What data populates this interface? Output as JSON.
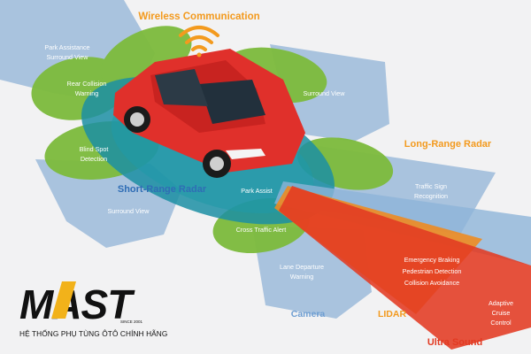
{
  "headers": {
    "wireless": "Wireless Communication",
    "long_range": "Long-Range Radar",
    "short_range": "Short-Range Radar",
    "camera": "Camera",
    "lidar": "LIDAR",
    "ultrasound": "Ultra Sound"
  },
  "labels": {
    "park_assistance_1": "Park Assistance",
    "park_assistance_2": "Surround View",
    "rear_collision_1": "Rear Collision",
    "rear_collision_2": "Warning",
    "surround_view_right": "Surround View",
    "blind_spot_1": "Blind Spot",
    "blind_spot_2": "Detection",
    "surround_view_left": "Surround View",
    "park_assist": "Park Assist",
    "traffic_sign_1": "Traffic Sign",
    "traffic_sign_2": "Recognition",
    "cross_traffic": "Cross Traffic Alert",
    "lane_departure_1": "Lane Departure",
    "lane_departure_2": "Warning",
    "emergency_braking": "Emergency Braking",
    "pedestrian_detection": "Pedestrian Detection",
    "collision_avoidance": "Collision Avoidance",
    "acc_1": "Adaptive",
    "acc_2": "Cruise",
    "acc_3": "Control"
  },
  "logo": {
    "brand": "MAST",
    "since": "SINCE 2001",
    "tagline": "HỆ THỐNG PHỤ TÙNG ÔTÔ CHÍNH HÃNG"
  },
  "colors": {
    "blue_zone": "#a9c3de",
    "green_zone": "#7dbb3c",
    "teal_ring": "#1c8fa3",
    "car_red": "#e0302b",
    "orange_beam": "#f08a1c",
    "red_beam": "#e23a22",
    "header_orange": "#f39a1e",
    "header_blue": "#2f6db5"
  }
}
